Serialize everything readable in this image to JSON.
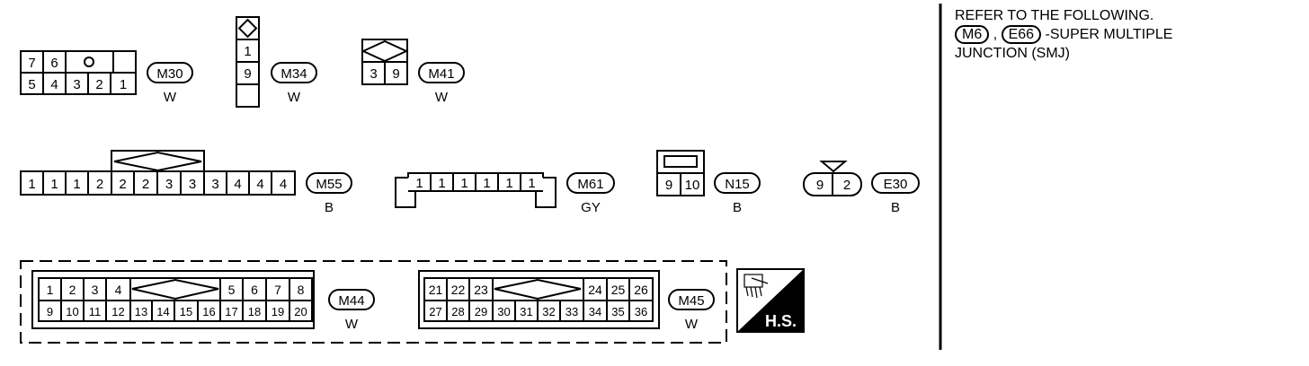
{
  "refer_note": {
    "line1": "REFER TO THE FOLLOWING.",
    "ref1": "M6",
    "comma": ",",
    "ref2": "E66",
    "suffix": "-SUPER MULTIPLE",
    "line3": "JUNCTION (SMJ)"
  },
  "connectors": {
    "M30": {
      "id": "M30",
      "color": "W",
      "top": [
        "7",
        "6",
        "O",
        ""
      ],
      "bottom": [
        "5",
        "4",
        "3",
        "2",
        "1"
      ]
    },
    "M34": {
      "id": "M34",
      "color": "W",
      "cells": [
        "1",
        "9",
        ""
      ]
    },
    "M41": {
      "id": "M41",
      "color": "W",
      "cells": [
        "3",
        "9"
      ]
    },
    "M55": {
      "id": "M55",
      "color": "B",
      "cells": [
        "1",
        "1",
        "1",
        "2",
        "2",
        "2",
        "3",
        "3",
        "3",
        "4",
        "4",
        "4"
      ]
    },
    "M61": {
      "id": "M61",
      "color": "GY",
      "cells": [
        "1",
        "1",
        "1",
        "1",
        "1",
        "1"
      ]
    },
    "N15": {
      "id": "N15",
      "color": "B",
      "cells": [
        "9",
        "10"
      ]
    },
    "E30": {
      "id": "E30",
      "color": "B",
      "cells": [
        "9",
        "2"
      ]
    },
    "M44": {
      "id": "M44",
      "color": "W",
      "top": [
        "1",
        "2",
        "3",
        "4",
        "5",
        "6",
        "7",
        "8"
      ],
      "bottom": [
        "9",
        "10",
        "11",
        "12",
        "13",
        "14",
        "15",
        "16",
        "17",
        "18",
        "19",
        "20"
      ]
    },
    "M45": {
      "id": "M45",
      "color": "W",
      "top": [
        "21",
        "22",
        "23",
        "24",
        "25",
        "26"
      ],
      "bottom": [
        "27",
        "28",
        "29",
        "30",
        "31",
        "32",
        "33",
        "34",
        "35",
        "36"
      ]
    }
  },
  "hs_badge": {
    "label": "H.S.",
    "icon": "harness-shield-icon"
  }
}
